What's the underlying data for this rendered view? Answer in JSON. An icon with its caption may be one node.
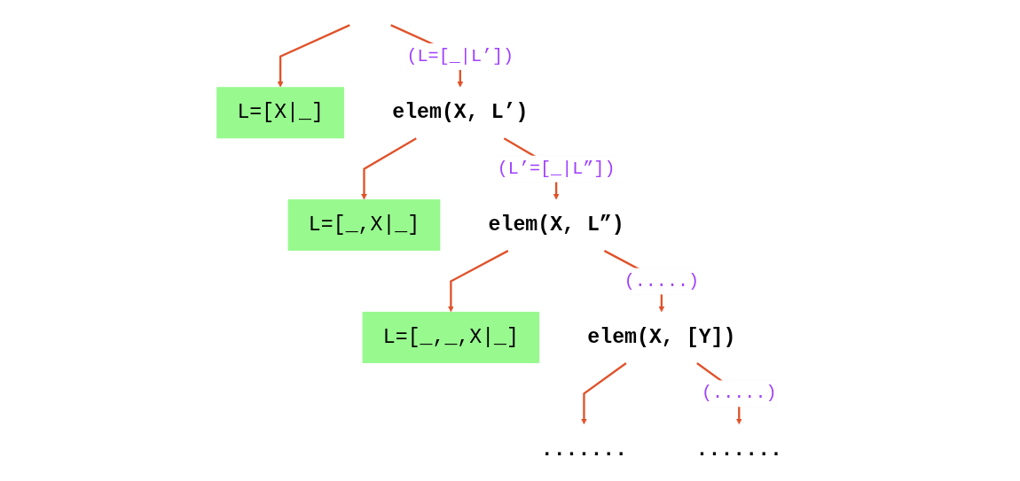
{
  "diagram": {
    "nodes": [
      {
        "text": [
          "L=[X|_]"
        ]
      },
      {
        "text": [
          "elem(X, L’)"
        ]
      },
      {
        "text": [
          "L=[_,X|_]"
        ]
      },
      {
        "text": [
          "elem(X, L”)"
        ]
      },
      {
        "text": [
          "L=[_,_,X|_]"
        ]
      },
      {
        "text": [
          "elem(X, [Y])"
        ]
      },
      {
        "text": [
          "......."
        ]
      },
      {
        "text": [
          "......."
        ]
      }
    ],
    "edges": [
      {
        "from": null,
        "to": 0,
        "arrow": "to"
      },
      {
        "from": null,
        "to": 1,
        "arrow": "to",
        "label": "(L=[_|L’])"
      },
      {
        "from": 1,
        "to": 2,
        "arrow": "to"
      },
      {
        "from": 1,
        "to": 3,
        "arrow": "to",
        "label": "(L’=[_|L”])"
      },
      {
        "from": 3,
        "to": 4,
        "arrow": "to"
      },
      {
        "from": 3,
        "to": 5,
        "arrow": "to",
        "label": "(.....)"
      },
      {
        "from": 5,
        "to": 6,
        "arrow": "to"
      },
      {
        "from": 5,
        "to": 7,
        "arrow": "to",
        "label": "(.....)"
      }
    ]
  }
}
